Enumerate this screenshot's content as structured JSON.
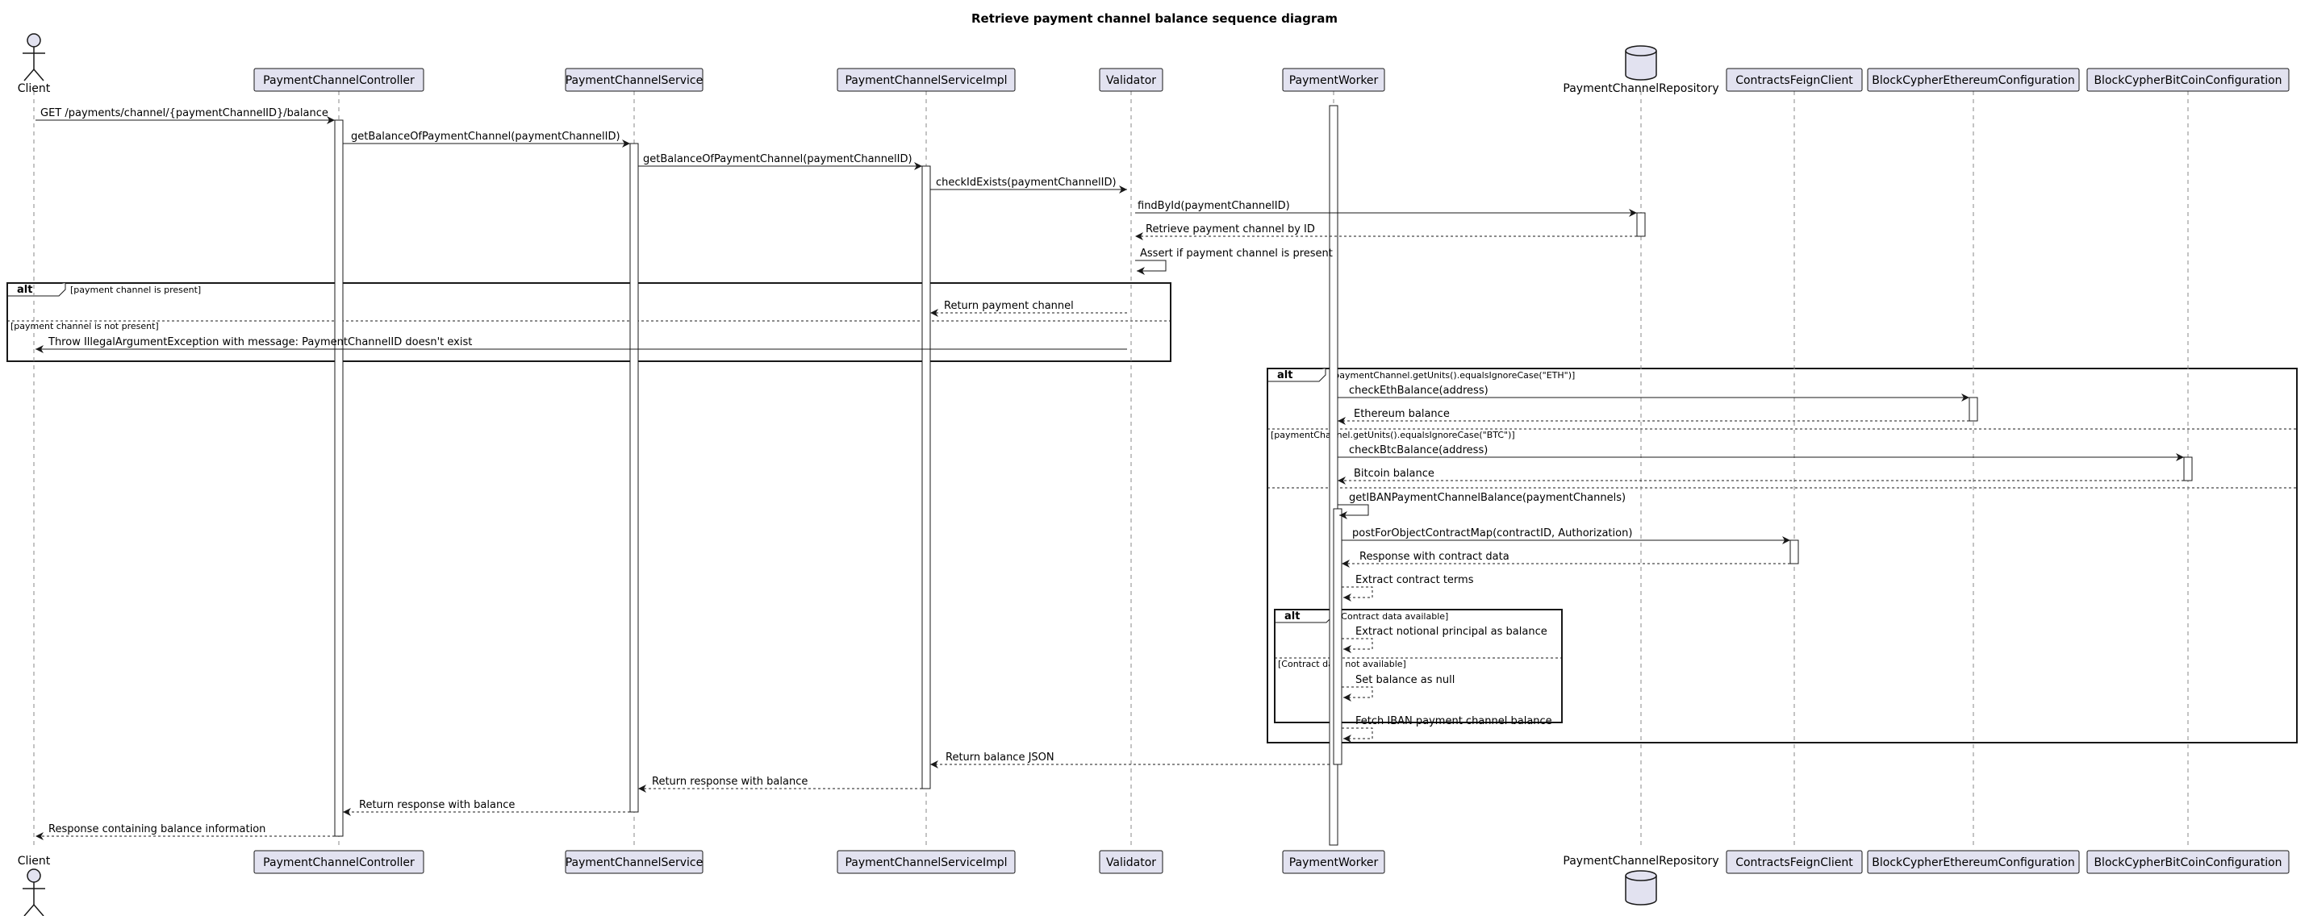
{
  "title": "Retrieve payment channel balance sequence diagram",
  "participants": [
    {
      "id": "client",
      "label": "Client",
      "kind": "actor"
    },
    {
      "id": "ctrl",
      "label": "PaymentChannelController",
      "kind": "participant"
    },
    {
      "id": "svc",
      "label": "PaymentChannelService",
      "kind": "participant"
    },
    {
      "id": "impl",
      "label": "PaymentChannelServiceImpl",
      "kind": "participant"
    },
    {
      "id": "val",
      "label": "Validator",
      "kind": "participant"
    },
    {
      "id": "worker",
      "label": "PaymentWorker",
      "kind": "participant"
    },
    {
      "id": "repo",
      "label": "PaymentChannelRepository",
      "kind": "database"
    },
    {
      "id": "feign",
      "label": "ContractsFeignClient",
      "kind": "participant"
    },
    {
      "id": "eth",
      "label": "BlockCypherEthereumConfiguration",
      "kind": "participant"
    },
    {
      "id": "btc",
      "label": "BlockCypherBitCoinConfiguration",
      "kind": "participant"
    }
  ],
  "messages": [
    {
      "from": "client",
      "to": "ctrl",
      "label": "GET /payments/channel/{paymentChannelID}/balance",
      "style": "solid"
    },
    {
      "from": "ctrl",
      "to": "svc",
      "label": "getBalanceOfPaymentChannel(paymentChannelID)",
      "style": "solid"
    },
    {
      "from": "svc",
      "to": "impl",
      "label": "getBalanceOfPaymentChannel(paymentChannelID)",
      "style": "solid"
    },
    {
      "from": "impl",
      "to": "val",
      "label": "checkIdExists(paymentChannelID)",
      "style": "solid"
    },
    {
      "from": "val",
      "to": "repo",
      "label": "findById(paymentChannelID)",
      "style": "solid"
    },
    {
      "from": "repo",
      "to": "val",
      "label": "Retrieve payment channel by ID",
      "style": "dashed"
    },
    {
      "from": "val",
      "to": "val",
      "label": "Assert if payment channel is present",
      "style": "solid"
    },
    {
      "from": "val",
      "to": "impl",
      "label": "Return payment channel",
      "style": "dashed"
    },
    {
      "from": "val",
      "to": "client",
      "label": "Throw IllegalArgumentException with message: PaymentChannelID doesn't exist",
      "style": "solid"
    },
    {
      "from": "worker",
      "to": "eth",
      "label": "checkEthBalance(address)",
      "style": "solid"
    },
    {
      "from": "eth",
      "to": "worker",
      "label": "Ethereum balance",
      "style": "dashed"
    },
    {
      "from": "worker",
      "to": "btc",
      "label": "checkBtcBalance(address)",
      "style": "solid"
    },
    {
      "from": "btc",
      "to": "worker",
      "label": "Bitcoin balance",
      "style": "dashed"
    },
    {
      "from": "worker",
      "to": "worker",
      "label": "getIBANPaymentChannelBalance(paymentChannels)",
      "style": "solid"
    },
    {
      "from": "worker",
      "to": "feign",
      "label": "postForObjectContractMap(contractID, Authorization)",
      "style": "solid"
    },
    {
      "from": "feign",
      "to": "worker",
      "label": "Response with contract data",
      "style": "dashed"
    },
    {
      "from": "worker",
      "to": "worker",
      "label": "Extract contract terms",
      "style": "dashed"
    },
    {
      "from": "worker",
      "to": "worker",
      "label": "Extract notional principal as balance",
      "style": "dashed"
    },
    {
      "from": "worker",
      "to": "worker",
      "label": "Set balance as null",
      "style": "dashed"
    },
    {
      "from": "worker",
      "to": "worker",
      "label": "Fetch IBAN payment channel balance",
      "style": "dashed"
    },
    {
      "from": "worker",
      "to": "impl",
      "label": "Return balance JSON",
      "style": "dashed"
    },
    {
      "from": "impl",
      "to": "svc",
      "label": "Return response with balance",
      "style": "dashed"
    },
    {
      "from": "svc",
      "to": "ctrl",
      "label": "Return response with balance",
      "style": "dashed"
    },
    {
      "from": "ctrl",
      "to": "client",
      "label": "Response containing balance information",
      "style": "dashed"
    }
  ],
  "fragments": [
    {
      "keyword": "alt",
      "conditions": [
        "[payment channel is present]",
        "[payment channel is not present]"
      ]
    },
    {
      "keyword": "alt",
      "conditions": [
        "[paymentChannel.getUnits().equalsIgnoreCase(\"ETH\")]",
        "[paymentChannel.getUnits().equalsIgnoreCase(\"BTC\")]",
        ""
      ]
    },
    {
      "keyword": "alt",
      "conditions": [
        "[Contract data available]",
        "[Contract data not available]"
      ]
    }
  ],
  "colors": {
    "participant_fill": "#e2e2f0",
    "participant_border": "#181818",
    "activation_fill": "#ffffff",
    "line": "#181818",
    "lifeline": "#888888"
  }
}
